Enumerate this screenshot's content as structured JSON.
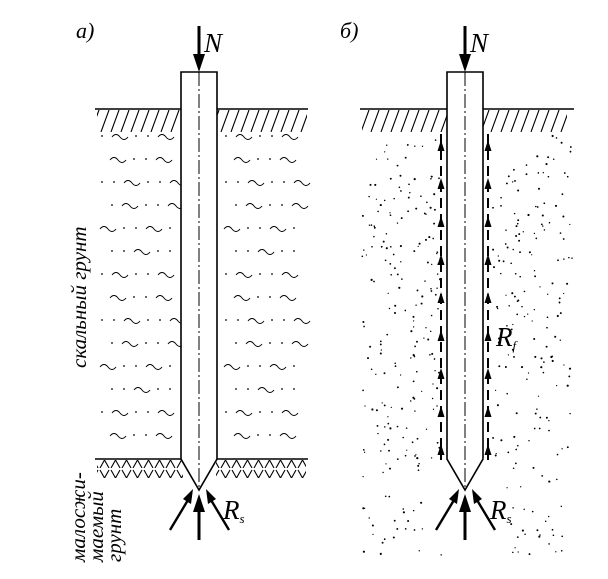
{
  "panels": [
    {
      "label": "а)",
      "load_label": "N",
      "tip_resistance": {
        "main": "R",
        "sub": "s"
      },
      "upper_soil": "скальный грунт",
      "lower_soil": [
        "малосжи-",
        "маемый",
        "грунт"
      ]
    },
    {
      "label": "б)",
      "load_label": "N",
      "side_friction": {
        "main": "R",
        "sub": "f"
      },
      "tip_resistance": {
        "main": "R",
        "sub": "s"
      }
    }
  ]
}
